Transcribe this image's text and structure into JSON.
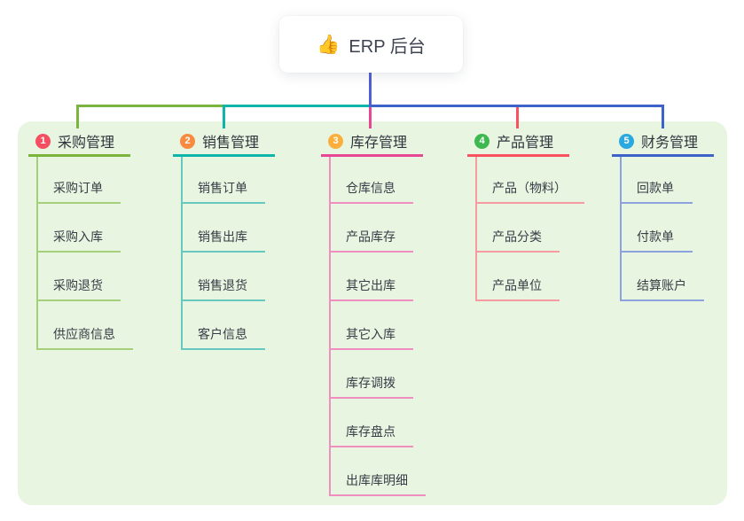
{
  "root": {
    "icon_glyph": "👍",
    "label": "ERP 后台"
  },
  "branches": [
    {
      "num": "1",
      "label": "采购管理",
      "color": "#7cb53e",
      "light_color": "#a6cf7c",
      "badge_color": "#f54e61",
      "children": [
        "采购订单",
        "采购入库",
        "采购退货",
        "供应商信息"
      ]
    },
    {
      "num": "2",
      "label": "销售管理",
      "color": "#0eb5ab",
      "light_color": "#67c8c0",
      "badge_color": "#f98b40",
      "children": [
        "销售订单",
        "销售出库",
        "销售退货",
        "客户信息"
      ]
    },
    {
      "num": "3",
      "label": "库存管理",
      "color": "#e74694",
      "light_color": "#f18ec1",
      "badge_color": "#fbae3c",
      "children": [
        "仓库信息",
        "产品库存",
        "其它出库",
        "其它入库",
        "库存调拨",
        "库存盘点",
        "出库库明细"
      ]
    },
    {
      "num": "4",
      "label": "产品管理",
      "color": "#f9515f",
      "light_color": "#f79aa2",
      "badge_color": "#3eb850",
      "children": [
        "产品（物料）",
        "产品分类",
        "产品单位"
      ]
    },
    {
      "num": "5",
      "label": "财务管理",
      "color": "#3b63c9",
      "light_color": "#8ba2de",
      "badge_color": "#2aa8e0",
      "children": [
        "回款单",
        "付款单",
        "结算账户"
      ]
    }
  ],
  "colors": {
    "root_connector": "#4f5fd5",
    "panel_background": "#e7f5e1",
    "page_background": "#ffffff"
  }
}
